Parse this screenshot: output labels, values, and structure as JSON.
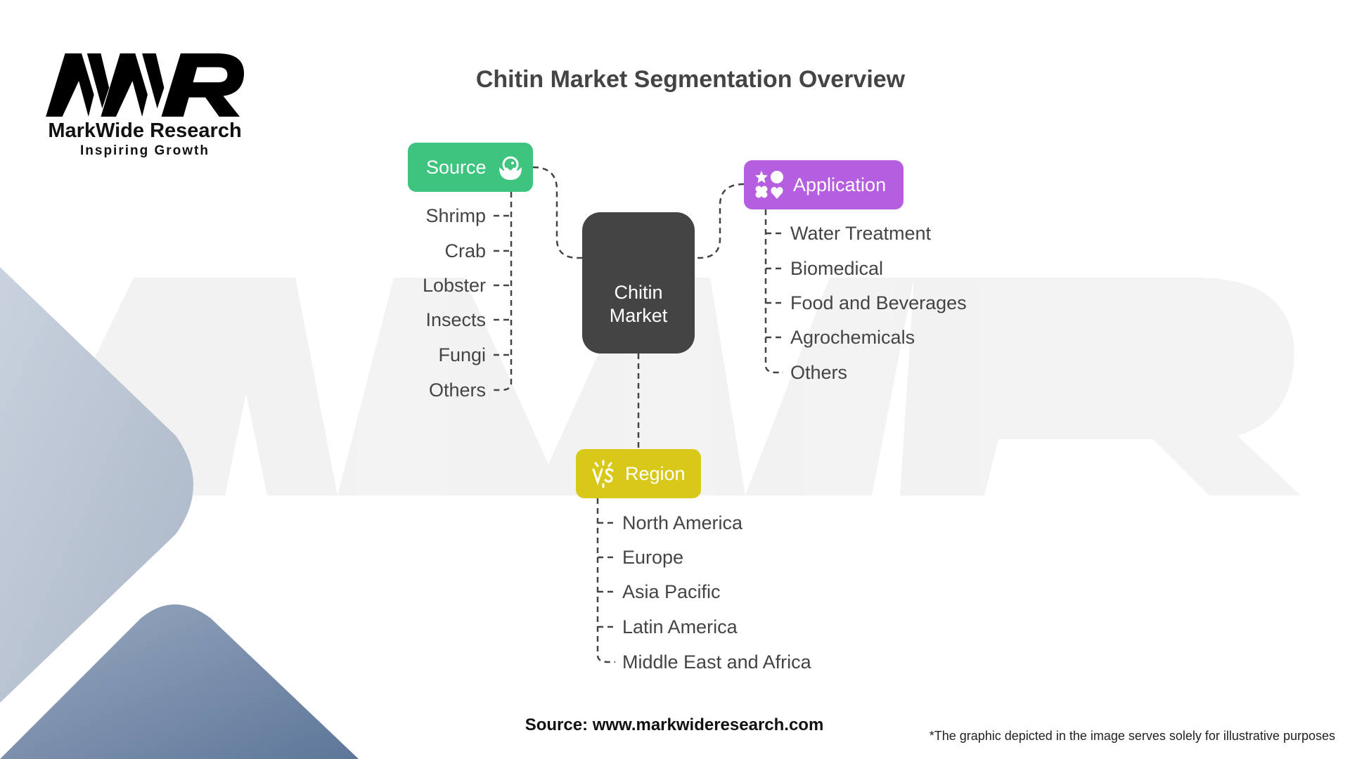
{
  "title": "Chitin Market Segmentation Overview",
  "logo": {
    "brand": "MarkWide Research",
    "tagline": "Inspiring Growth",
    "mark": "MWR"
  },
  "center": {
    "line1": "Chitin",
    "line2": "Market"
  },
  "source": {
    "label": "Source",
    "icon": "hatching-chick-icon",
    "color": "#3ec47f",
    "items": [
      "Shrimp",
      "Crab",
      "Lobster",
      "Insects",
      "Fungi",
      "Others"
    ]
  },
  "application": {
    "label": "Application",
    "icon": "shapes-icon",
    "color": "#b65ee0",
    "items": [
      "Water Treatment",
      "Biomedical",
      "Food and Beverages",
      "Agrochemicals",
      "Others"
    ]
  },
  "region": {
    "label": "Region",
    "icon": "vs-icon",
    "color": "#d8c81a",
    "items": [
      "North America",
      "Europe",
      "Asia Pacific",
      "Latin America",
      "Middle East and Africa"
    ]
  },
  "footer": {
    "source": "Source: www.markwideresearch.com",
    "disclaimer": "*The graphic depicted in the image serves solely for illustrative purposes"
  }
}
